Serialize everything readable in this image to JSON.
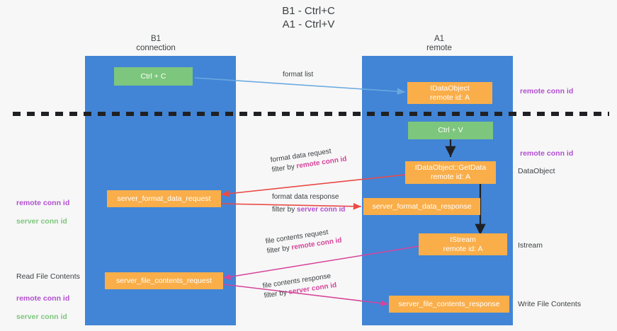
{
  "title": "B1 - Ctrl+C\nA1 - Ctrl+V",
  "columns": [
    {
      "name": "b1",
      "label": "B1\nconnection"
    },
    {
      "name": "a1",
      "label": "A1\nremote"
    }
  ],
  "nodes": [
    {
      "name": "ctrl-c",
      "label": "Ctrl + C",
      "color": "green"
    },
    {
      "name": "idataobject",
      "label": "IDataObject\nremote id: A",
      "color": "orange"
    },
    {
      "name": "ctrl-v",
      "label": "Ctrl + V",
      "color": "green"
    },
    {
      "name": "idataobject-getdata",
      "label": "IDataObject::GetData\nremote id: A",
      "color": "orange"
    },
    {
      "name": "server-format-data-request",
      "label": "server_format_data_request",
      "color": "orange"
    },
    {
      "name": "server-format-data-response",
      "label": "server_format_data_response",
      "color": "orange"
    },
    {
      "name": "istream",
      "label": "IStream\nremote id: A",
      "color": "orange"
    },
    {
      "name": "server-file-contents-request",
      "label": "server_file_contents_request",
      "color": "orange"
    },
    {
      "name": "server-file-contents-response",
      "label": "server_file_contents_response",
      "color": "orange"
    }
  ],
  "edges": [
    {
      "name": "format-list",
      "line1": "format list",
      "line2": ""
    },
    {
      "name": "format-data-request",
      "line1": "format data request",
      "line2_prefix": "filter by ",
      "line2_highlight": "remote conn id"
    },
    {
      "name": "format-data-response",
      "line1": "format data response",
      "line2_prefix": "filter by ",
      "line2_highlight": "server conn id"
    },
    {
      "name": "file-contents-request",
      "line1": "file contents request",
      "line2_prefix": "filter by ",
      "line2_highlight": "remote conn id"
    },
    {
      "name": "file-contents-response",
      "line1": "file contents response",
      "line2_prefix": "filter by ",
      "line2_highlight": "server conn id"
    }
  ],
  "annotations": {
    "right_remote_conn_id_top": "remote conn id",
    "right_remote_conn_id_mid": "remote conn id",
    "right_dataobject": "DataObject",
    "right_istream": "Istream",
    "right_write_file_contents": "Write File Contents",
    "left_read_file_contents": "Read File Contents",
    "left_conn_ids_1": "remote conn id",
    "left_conn_ids_2": "server conn id",
    "left_conn_ids_3": "remote conn id",
    "left_conn_ids_4": "server conn id"
  },
  "colors": {
    "lane": "#4285d6",
    "green_node": "#7dc67d",
    "orange_node": "#f9ae4a",
    "purple": "#b14fcf",
    "pink": "#d6439a",
    "green_text": "#7dc67d",
    "red_arrow": "#ea4a47",
    "blue_arrow": "#6aa9e0",
    "black": "#202124",
    "background": "#f7f7f7"
  }
}
